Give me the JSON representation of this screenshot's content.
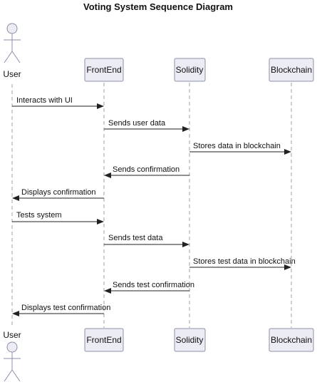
{
  "diagram": {
    "title": "Voting System Sequence Diagram",
    "participants": [
      {
        "id": "user",
        "label": "User",
        "kind": "actor"
      },
      {
        "id": "frontend",
        "label": "FrontEnd",
        "kind": "participant"
      },
      {
        "id": "solidity",
        "label": "Solidity",
        "kind": "participant"
      },
      {
        "id": "blockchain",
        "label": "Blockchain",
        "kind": "participant"
      }
    ],
    "messages": [
      {
        "from": "user",
        "to": "frontend",
        "label": "Interacts with UI"
      },
      {
        "from": "frontend",
        "to": "solidity",
        "label": "Sends user data"
      },
      {
        "from": "solidity",
        "to": "blockchain",
        "label": "Stores data in blockchain"
      },
      {
        "from": "solidity",
        "to": "frontend",
        "label": "Sends confirmation"
      },
      {
        "from": "frontend",
        "to": "user",
        "label": "Displays confirmation"
      },
      {
        "from": "user",
        "to": "frontend",
        "label": "Tests system"
      },
      {
        "from": "frontend",
        "to": "solidity",
        "label": "Sends test data"
      },
      {
        "from": "solidity",
        "to": "blockchain",
        "label": "Stores test data in blockchain"
      },
      {
        "from": "solidity",
        "to": "frontend",
        "label": "Sends test confirmation"
      },
      {
        "from": "frontend",
        "to": "user",
        "label": "Displays test confirmation"
      }
    ]
  }
}
